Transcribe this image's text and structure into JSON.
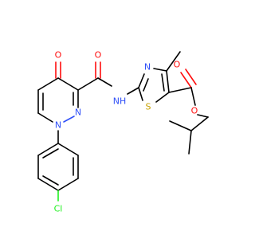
{
  "colors": {
    "carbon": "#000000",
    "oxygen": "#ff0d0d",
    "nitrogen": "#3050f8",
    "sulfur": "#c6a000",
    "chlorine": "#1ff01f",
    "background": "#ffffff"
  },
  "labels": {
    "o_ketone": "O",
    "o_amide": "O",
    "nh_amide": "NH",
    "n_thiazole": "N",
    "s_thiazole": "S",
    "o_ester_carbonyl": "O",
    "o_ester": "O",
    "n_ring1": "N",
    "n_ring2": "N",
    "cl": "Cl"
  }
}
